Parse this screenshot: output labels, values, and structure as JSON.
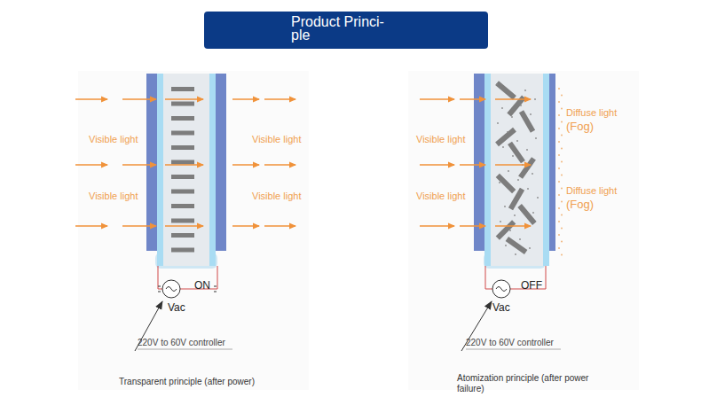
{
  "diagram": {
    "title": "Product Princi- ple",
    "labels": [
      "Visible light",
      "Visible light",
      "Visible light",
      "Visible light",
      "ON",
      "Vac",
      "220V to 60V controller",
      "Transparent principle (after power)",
      "Visible light",
      "Visible light",
      "Diffuse light",
      "(Fog)",
      "Diffuse light",
      "(Fog)",
      "OFF",
      "Vac",
      "220V to 60V controller",
      "Atomization principle (after power failure)"
    ]
  }
}
